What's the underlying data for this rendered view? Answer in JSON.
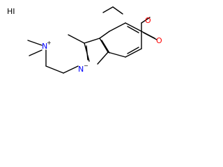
{
  "molecule": {
    "salt": "HI",
    "atoms": {
      "n_ring": "N",
      "n_ring_charge": "+",
      "n_indole": "N",
      "n_indole_charge": "−",
      "o_carbonyl": "O",
      "o_ester": "O"
    }
  },
  "colors": {
    "bond": "#000000",
    "oxygen": "#ff0000",
    "nitrogen": "#0000ff",
    "text": "#000000"
  }
}
